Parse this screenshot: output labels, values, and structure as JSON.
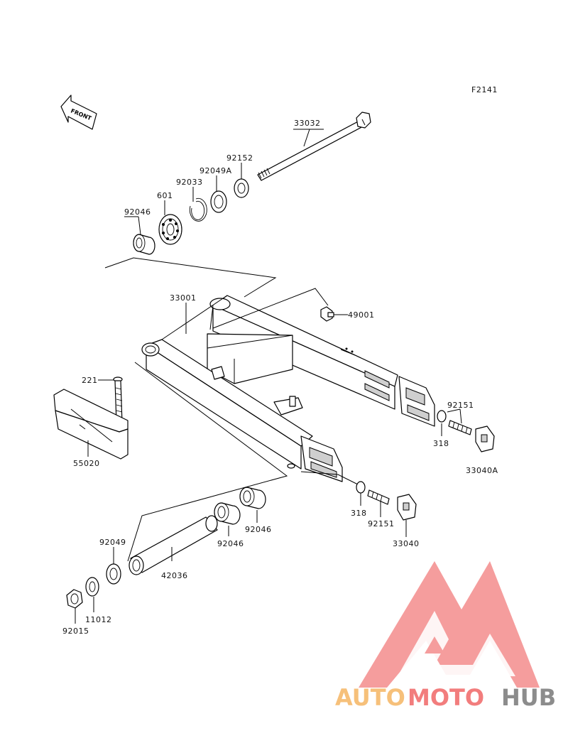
{
  "figure_code": "F2141",
  "front_arrow_label": "FRONT",
  "parts": [
    {
      "id": "p-33032",
      "label": "33032"
    },
    {
      "id": "p-92152",
      "label": "92152"
    },
    {
      "id": "p-92049a",
      "label": "92049A"
    },
    {
      "id": "p-92033",
      "label": "92033"
    },
    {
      "id": "p-601",
      "label": "601"
    },
    {
      "id": "p-92046-top",
      "label": "92046"
    },
    {
      "id": "p-33001",
      "label": "33001"
    },
    {
      "id": "p-49001",
      "label": "49001"
    },
    {
      "id": "p-221",
      "label": "221"
    },
    {
      "id": "p-55020",
      "label": "55020"
    },
    {
      "id": "p-92151-r",
      "label": "92151"
    },
    {
      "id": "p-318-r",
      "label": "318"
    },
    {
      "id": "p-33040a",
      "label": "33040A"
    },
    {
      "id": "p-318-l",
      "label": "318"
    },
    {
      "id": "p-92151-l",
      "label": "92151"
    },
    {
      "id": "p-33040",
      "label": "33040"
    },
    {
      "id": "p-92046-b1",
      "label": "92046"
    },
    {
      "id": "p-92046-b2",
      "label": "92046"
    },
    {
      "id": "p-92049",
      "label": "92049"
    },
    {
      "id": "p-42036",
      "label": "42036"
    },
    {
      "id": "p-11012",
      "label": "11012"
    },
    {
      "id": "p-92015",
      "label": "92015"
    }
  ],
  "watermark": {
    "part1": "AUTO",
    "part2": "MOTO",
    "part3": "HUB"
  },
  "colors": {
    "auto": "#f6c07a",
    "moto": "#f27d7d",
    "hub": "#8c8c8c",
    "logo": "#f27d7d"
  }
}
